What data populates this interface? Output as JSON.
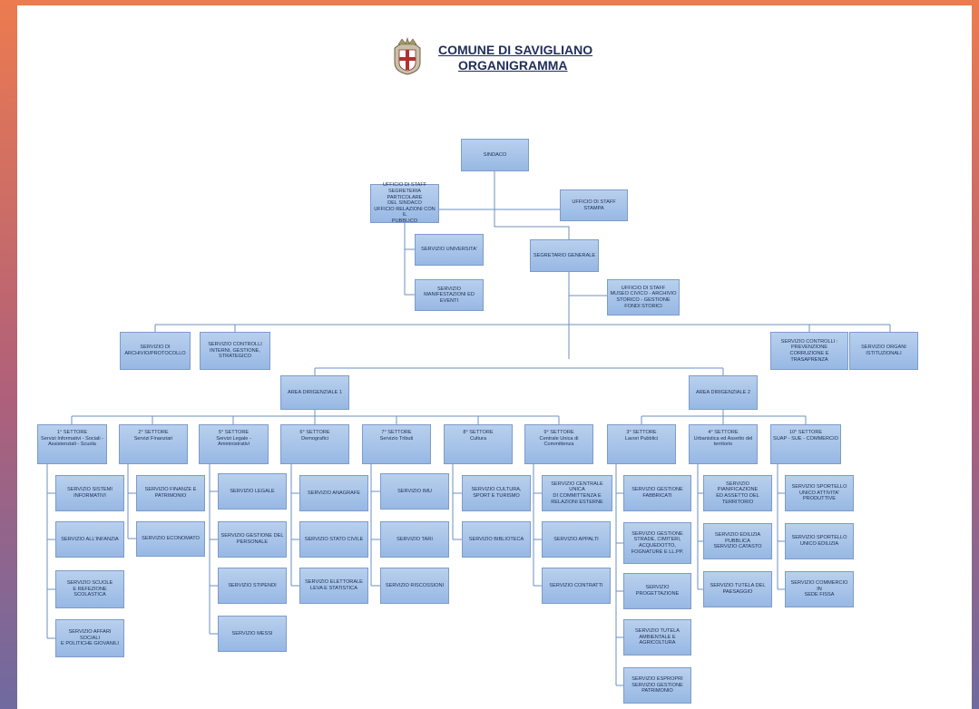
{
  "header": {
    "title": "COMUNE DI SAVIGLIANO",
    "subtitle": "ORGANIGRAMMA",
    "crest_icon": "coat-of-arms-icon"
  },
  "colors": {
    "node_fill": "#9fbde6",
    "node_border": "#7c9ccb",
    "connector": "#6e8fc0",
    "title_text": "#1f2d5a"
  },
  "nodes": {
    "sindaco": "SINDACO",
    "staff_segreteria": "UFFICIO DI STAFF\nSEGRETERIA PARTICOLARE\nDEL SINDACO\nUFFICIO RELAZIONI CON IL\nPUBBLICO",
    "staff_stampa": "UFFICIO DI STAFF\nSTAMPA",
    "servizio_universita": "SERVIZIO UNIVERSITA'",
    "servizio_manifestazioni": "SERVIZIO\nMANIFESTAZIONI ED\nEVENTI",
    "segretario_generale": "SEGRETARIO GENERALE",
    "staff_museo": "UFFICIO DI STAFF\nMUSEO CIVICO - ARCHIVIO\nSTORICO - GESTIONE\nFONDI STORICI",
    "servizio_archivio": "SERVIZIO DI\nARCHIVIO/PROTOCOLLO",
    "servizio_controlli_interni": "SERVIZIO CONTROLLI\nINTERNI, GESTIONE,\nSTRATEGICO",
    "servizio_controlli_prevenzione": "SERVIZIO CONTROLLI :\nPREVENZIONE\nCORRUZIONE E\nTRASAPRENZA",
    "servizio_organi": "SERVIZIO ORGANI\nISTITUZIONALI",
    "area1": "AREA DIRIGENZIALE 1",
    "area2": "AREA DIRIGENZIALE 2",
    "s1": "1° SETTORE\nServizi Informativi - Sociali -\nAssistenziali - Scuola",
    "s2": "2° SETTORE\nServizi Finanziari",
    "s5": "5° SETTORE\nServizi Legale -\nAmministrativi",
    "s6": "6° SETTORE\nDemografici",
    "s7": "7° SETTORE\nServizio Tributi",
    "s8": "8° SETTORE\nCultura",
    "s9": "9° SETTORE\nCentrale Unica di\nCommittenza",
    "s3": "3° SETTORE\nLavori Pubblici",
    "s4": "4° SETTORE\nUrbanistica ed Assetto del\nterritorio",
    "s10": "10° SETTORE\nSUAP - SUE - COMMERCIO",
    "s1_a": "SERVIZIO SISTEMI\nINFORMATIVI",
    "s1_b": "SERVIZIO ALL'INFANZIA",
    "s1_c": "SERVIZIO SCUOLE\nE REFEZIONE SCOLASTICA",
    "s1_d": "SERVIZIO AFFARI SOCIALI\nE POLITICHE GIOVANILI",
    "s2_a": "SERVIZIO FINANZE E\nPATRIMONIO",
    "s2_b": "SERVIZIO ECONOMATO",
    "s5_a": "SERVIZIO LEGALE",
    "s5_b": "SERVIZIO GESTIONE DEL\nPERSONALE",
    "s5_c": "SERVIZIO STIPENDI",
    "s5_d": "SERVIZIO MESSI",
    "s6_a": "SERVIZIO ANAGRAFE",
    "s6_b": "SERVIZIO STATO CIVILE",
    "s6_c": "SERVIZIO ELETTORALE\nLEVA E STATISTICA",
    "s7_a": "SERVIZIO IMU",
    "s7_b": "SERVIZIO TARI",
    "s7_c": "SERVIZIO RISCOSSIONI",
    "s8_a": "SERVIZIO CULTURA,\nSPORT E TURISMO",
    "s8_b": "SERVIZIO BIBLIOTECA",
    "s9_a": "SERVIZIO CENTRALE UNICA\nDI COMMITTENZA E\nRELAZIONI ESTERNE",
    "s9_b": "SERVIZIO APPALTI",
    "s9_c": "SERVIZIO CONTRATTI",
    "s3_a": "SERVIZIO GESTIONE\nFABBRICATI",
    "s3_b": "SERVIZIO GESTIONE\nSTRADE, CIMITERI,\nACQUEDOTTO,\nFOGNATURE E LL.PP.",
    "s3_c": "SERVIZIO\nPROGETTAZIONE",
    "s3_d": "SERVIZIO TUTELA\nAMBIENTALE E\nAGRICOLTURA",
    "s3_e": "SERVIZIO ESPROPRI\nSERVIZIO GESTIONE\nPATRIMONIO",
    "s4_a": "SERVIZIO PIANIFICAZIONE\nED ASSETTO DEL\nTERRITORIO",
    "s4_b": "SERVIZIO EDILIZIA\nPUBBLICA\nSERVIZIO CATASTO",
    "s4_c": "SERVIZIO TUTELA DEL\nPAESAGGIO",
    "s10_a": "SERVIZIO SPORTELLO\nUNICO ATTIVITA'\nPRODUTTIVE",
    "s10_b": "SERVIZIO SPORTELLO\nUNICO EDILIZIA",
    "s10_c": "SERVIZIO COMMERCIO IN\nSEDE FISSA"
  }
}
